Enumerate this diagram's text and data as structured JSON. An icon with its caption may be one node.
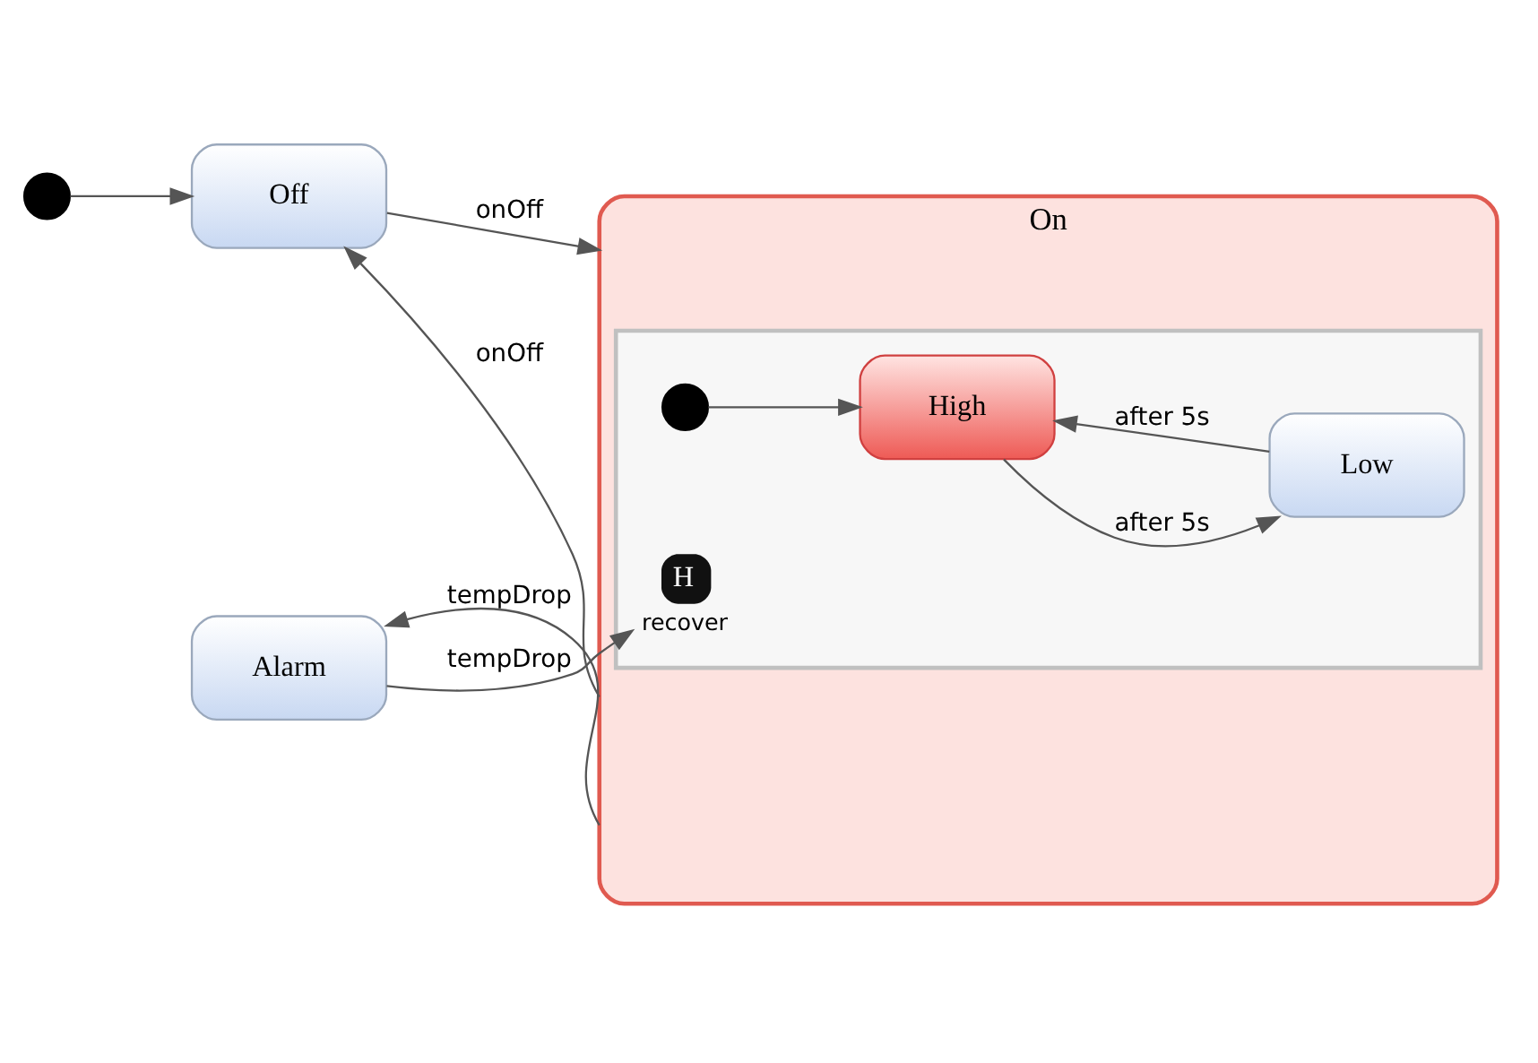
{
  "diagram": {
    "nodes": [
      {
        "text": [],
        "shape": "circle"
      },
      {
        "text": [
          "Off"
        ]
      },
      {
        "text": [
          "On"
        ]
      },
      {
        "text": [],
        "shape": "box",
        "in": 2
      },
      {
        "text": [],
        "shape": "circle",
        "in": 3
      },
      {
        "text": [
          "High"
        ],
        "in": 3
      },
      {
        "text": [
          "Low"
        ],
        "in": 3
      },
      {
        "text": [
          "Alarm"
        ]
      },
      {
        "text": [
          "H"
        ],
        "beside": [
          "recover"
        ],
        "in": 3
      }
    ],
    "edges": [
      {
        "from": 0,
        "to": 1,
        "arrow": "to"
      },
      {
        "from": 1,
        "to": 2,
        "arrow": "to",
        "label": "onOff"
      },
      {
        "from": 2,
        "to": 1,
        "arrow": "to",
        "label": "onOff"
      },
      {
        "from": 4,
        "to": 5,
        "arrow": "to"
      },
      {
        "from": 5,
        "to": 6,
        "arrow": "to",
        "label": "after 5s"
      },
      {
        "from": 6,
        "to": 5,
        "arrow": "to",
        "label": "after 5s"
      },
      {
        "from": 2,
        "to": 7,
        "arrow": "to",
        "label": "tempDrop"
      },
      {
        "from": 7,
        "to": 8,
        "arrow": "to",
        "label": "tempDrop"
      }
    ]
  }
}
